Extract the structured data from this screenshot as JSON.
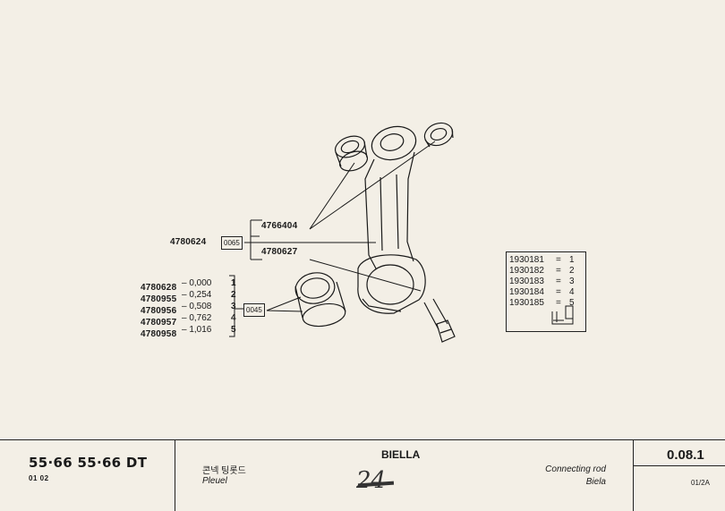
{
  "parts": {
    "rod": "4780624",
    "rod_box": "0065",
    "bushing": "4766404",
    "bolt": "4780627",
    "bearing_box": "0045"
  },
  "bearings": [
    {
      "code": "4780628",
      "size": "– 0,000",
      "num": "1"
    },
    {
      "code": "4780955",
      "size": "– 0,254",
      "num": "2"
    },
    {
      "code": "4780956",
      "size": "– 0,508",
      "num": "3"
    },
    {
      "code": "4780957",
      "size": "– 0,762",
      "num": "4"
    },
    {
      "code": "4780958",
      "size": "– 1,016",
      "num": "5"
    }
  ],
  "legend": [
    {
      "code": "1930181",
      "eq": "=",
      "num": "1"
    },
    {
      "code": "1930182",
      "eq": "=",
      "num": "2"
    },
    {
      "code": "1930183",
      "eq": "=",
      "num": "3"
    },
    {
      "code": "1930184",
      "eq": "=",
      "num": "4"
    },
    {
      "code": "1930185",
      "eq": "=",
      "num": "5"
    }
  ],
  "title_block": {
    "model": "55·66  55·66 DT",
    "model_sub": "01  02",
    "title": "BIELLA",
    "korean": "콘넥 팅롯드",
    "french": "Pleuel",
    "english": "Connecting rod",
    "spanish": "Biela",
    "ref_code": "0.08.1",
    "ref_sub": "01/2A",
    "handwritten": "24"
  }
}
